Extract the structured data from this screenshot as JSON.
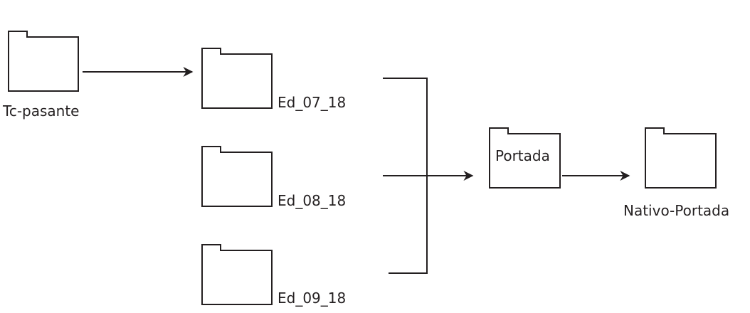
{
  "folders": {
    "tc_pasante": {
      "label": "Tc-pasante",
      "icon": "folder-icon"
    },
    "ed_07_18": {
      "label": "Ed_07_18",
      "icon": "folder-icon"
    },
    "ed_08_18": {
      "label": "Ed_08_18",
      "icon": "folder-icon"
    },
    "ed_09_18": {
      "label": "Ed_09_18",
      "icon": "folder-icon"
    },
    "portada": {
      "label": "Portada",
      "icon": "folder-icon"
    },
    "nativo_portada": {
      "label": "Nativo-Portada",
      "icon": "folder-icon"
    }
  },
  "colors": {
    "stroke": "#231f20",
    "background": "#ffffff"
  }
}
